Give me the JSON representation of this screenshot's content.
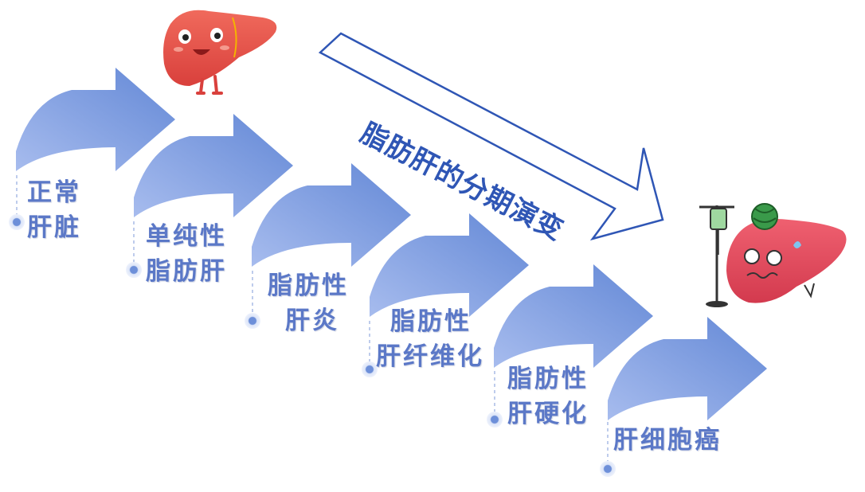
{
  "diagram": {
    "title": "脂肪肝的分期演变",
    "stages": [
      {
        "line1": "正常",
        "line2": "肝脏"
      },
      {
        "line1": "单纯性",
        "line2": "脂肪肝"
      },
      {
        "line1": "脂肪性",
        "line2": "肝炎"
      },
      {
        "line1": "脂肪性",
        "line2": "肝纤维化"
      },
      {
        "line1": "脂肪性",
        "line2": "肝硬化"
      },
      {
        "line1": "肝细胞癌",
        "line2": ""
      }
    ]
  },
  "colors": {
    "arrow_light": "#9db3ea",
    "arrow_dark": "#6d8fd9",
    "text": "#5b78c7",
    "banner_border": "#2f56b5",
    "liver_red": "#e04f45",
    "sick_liver": "#e3485a"
  },
  "icons": [
    "happy-liver-icon",
    "sick-liver-with-iv-drip-icon"
  ]
}
